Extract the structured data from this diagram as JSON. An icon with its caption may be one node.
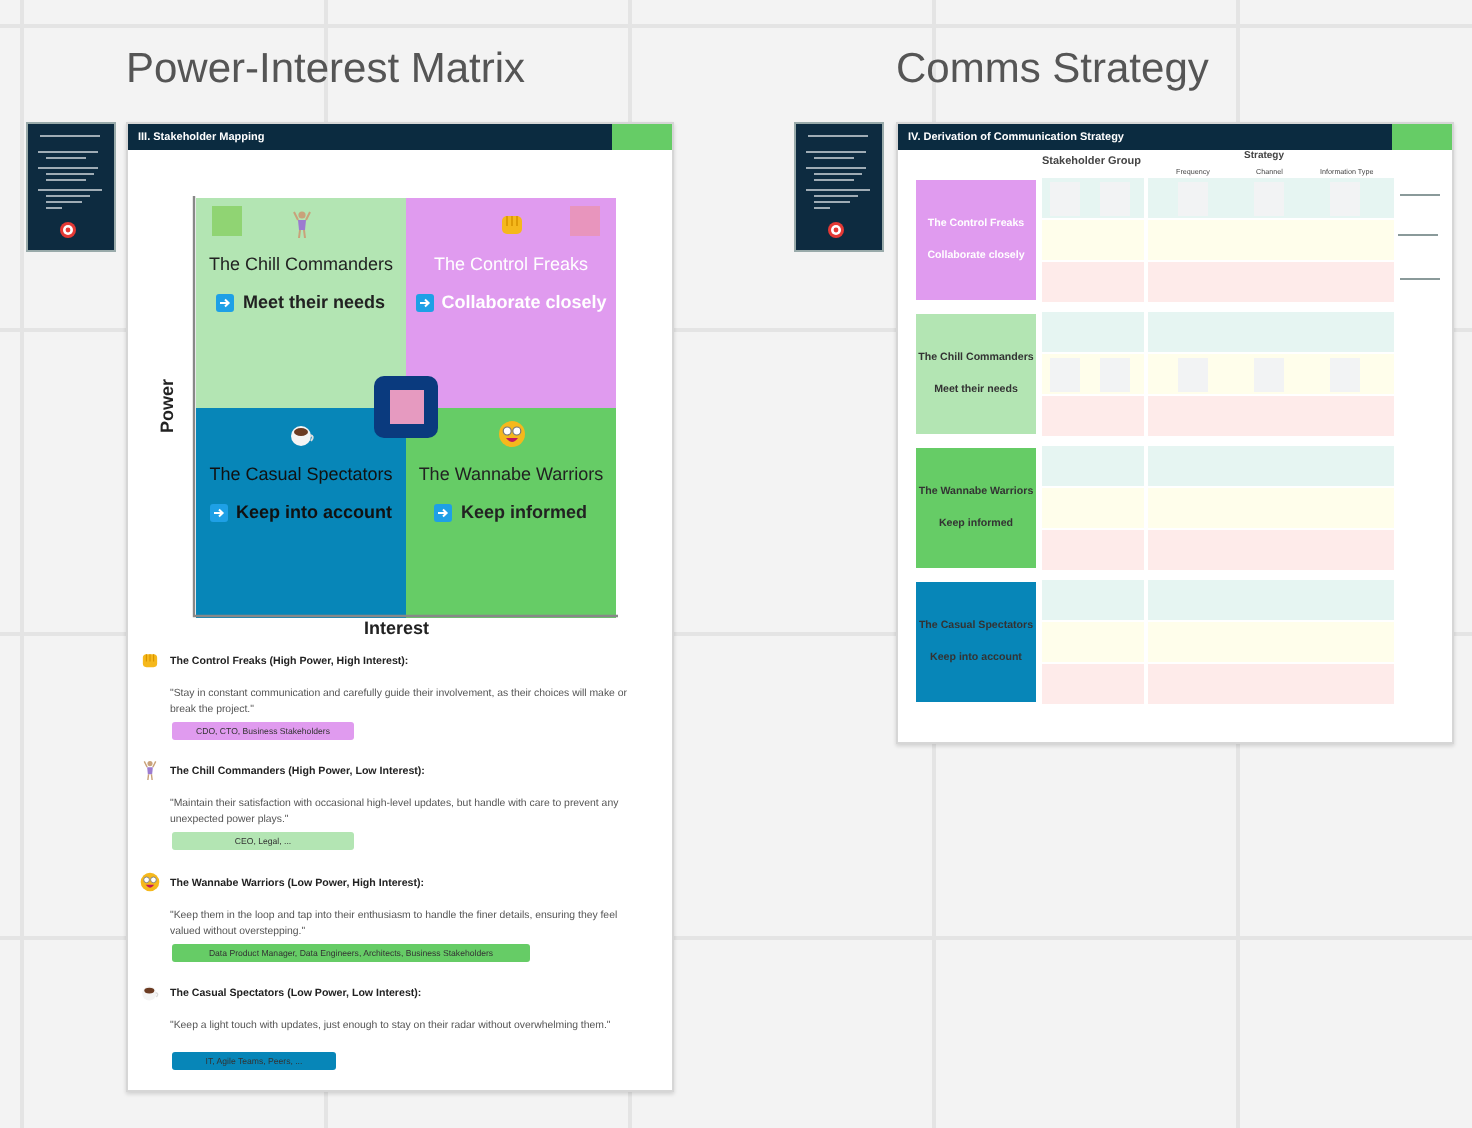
{
  "diagram": {
    "nodes": [
      {
        "text": [],
        "shape": "box"
      },
      {
        "text": [
          "III. Stakeholder Mapping"
        ]
      },
      {
        "text": [
          "The Chill Commanders",
          "Meet their needs"
        ],
        "in": 1
      },
      {
        "text": [
          "The Control Freaks",
          "Collaborate closely"
        ],
        "in": 1
      },
      {
        "text": [
          "The Casual Spectators",
          "Keep into account"
        ],
        "in": 1
      },
      {
        "text": [
          "The Wannabe Warriors",
          "Keep informed"
        ],
        "in": 1
      },
      {
        "text": [],
        "shape": "box",
        "in": 1
      },
      {
        "text": [
          "CDO, CTO, Business Stakeholders"
        ],
        "in": 1
      },
      {
        "text": [
          "CEO, Legal, ..."
        ],
        "in": 1
      },
      {
        "text": [
          "Data Product Manager, Data Engineers, Architects, Business Stakeholders"
        ],
        "in": 1
      },
      {
        "text": [
          "IT, Agile Teams, Peers, ..."
        ],
        "in": 1
      },
      {
        "text": [],
        "shape": "box"
      },
      {
        "text": [
          "IV. Derivation of Communication Strategy"
        ]
      },
      {
        "text": [
          "The Control Freaks",
          "Collaborate closely"
        ],
        "in": 12
      },
      {
        "text": [
          "The Chill Commanders",
          "Meet their needs"
        ],
        "in": 12
      },
      {
        "text": [
          "The Wannabe Warriors",
          "Keep informed"
        ],
        "in": 12
      },
      {
        "text": [
          "The Casual Spectators",
          "Keep into account"
        ],
        "in": 12
      }
    ],
    "labels": [
      "Power-Interest Matrix",
      "Comms Strategy",
      "Power",
      "Interest",
      "The Control Freaks (High Power, High Interest):",
      "\"Stay in constant communication and carefully guide their involvement, as their choices will make or break the project.\"",
      "The Chill Commanders (High Power, Low Interest):",
      "\"Maintain their satisfaction with occasional high-level updates, but handle with care to prevent any unexpected power plays.\"",
      "The Wannabe Warriors (Low Power, High Interest):",
      "\"Keep them in the loop and tap into their enthusiasm to handle the finer details, ensuring they feel valued without overstepping.\"",
      "The Casual Spectators (Low Power, Low Interest):",
      "\"Keep a light touch with updates, just enough to stay on their radar without overwhelming them.\"",
      "Stakeholder Group",
      "Strategy",
      "Frequency",
      "Channel",
      "Information Type"
    ]
  }
}
